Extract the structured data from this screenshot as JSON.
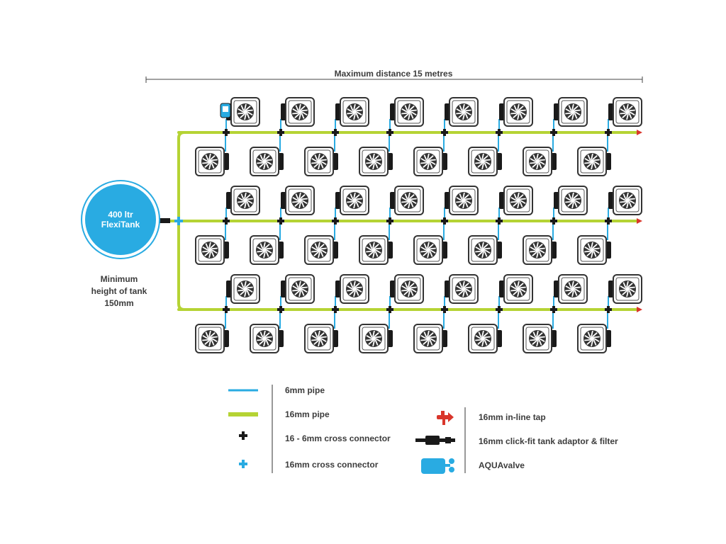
{
  "diagram": {
    "distance_label": "Maximum distance 15 metres",
    "tank": {
      "line1": "400 ltr",
      "line2": "FlexiTank"
    },
    "min_height": {
      "line1": "Minimum",
      "line2": "height of tank",
      "line3": "150mm"
    }
  },
  "legend": {
    "items": [
      {
        "label": "6mm pipe",
        "icon": "blue-line-icon"
      },
      {
        "label": "16mm pipe",
        "icon": "green-line-icon"
      },
      {
        "label": "16 - 6mm cross connector",
        "icon": "black-plus-icon"
      },
      {
        "label": "16mm cross connector",
        "icon": "blue-plus-icon"
      },
      {
        "label": "16mm in-line tap",
        "icon": "red-tap-icon"
      },
      {
        "label": "16mm click-fit tank adaptor & filter",
        "icon": "black-adaptor-icon"
      },
      {
        "label": "AQUAvalve",
        "icon": "aquavalve-icon"
      }
    ]
  },
  "colors": {
    "pipe_6mm": "#29abe2",
    "pipe_16mm": "#b5d334",
    "cross_16_6": "#1a1a1a",
    "cross_16mm": "#29abe2",
    "tap": "#d9362b",
    "pot_fill": "#ffffff",
    "pot_stroke": "#333333",
    "tank": "#29abe2"
  },
  "layout": {
    "main_lines": 3,
    "pots_per_row": 8
  }
}
